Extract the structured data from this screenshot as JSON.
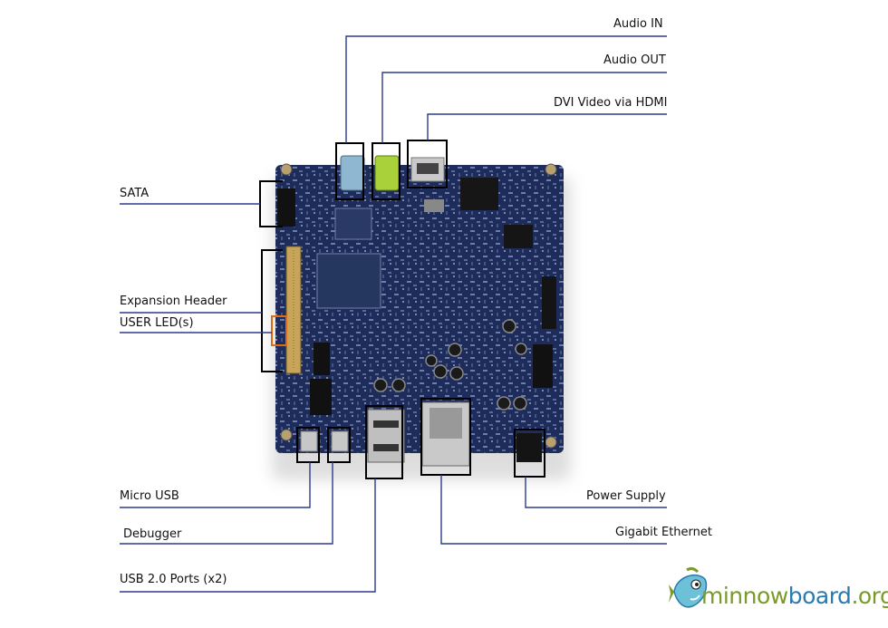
{
  "labels": {
    "audio_in": "Audio IN",
    "audio_out": "Audio OUT",
    "dvi_video": "DVI Video via HDMI",
    "sata": "SATA",
    "expansion_header": "Expansion Header",
    "user_leds": "USER LED(s)",
    "micro_usb": "Micro USB",
    "debugger": "Debugger",
    "usb_ports": "USB 2.0 Ports (x2)",
    "power_supply": "Power Supply",
    "gigabit_ethernet": "Gigabit Ethernet"
  },
  "brand": {
    "part1": "minnow",
    "part2": "board",
    "part3": ".org"
  },
  "colors": {
    "leader_line": "#2b3a8c",
    "board": "#1b2a55",
    "highlight_box": "#000000",
    "led_box": "#e06a10",
    "audio_in_jack": "#8fb7d2",
    "audio_out_jack": "#a9d23a",
    "brand_minnow": "#7a9a2a",
    "brand_board": "#2a7ab0",
    "brand_org": "#7a9a2a",
    "fish": "#6cc0d8"
  },
  "icons": [
    "minnow-fish-icon"
  ]
}
